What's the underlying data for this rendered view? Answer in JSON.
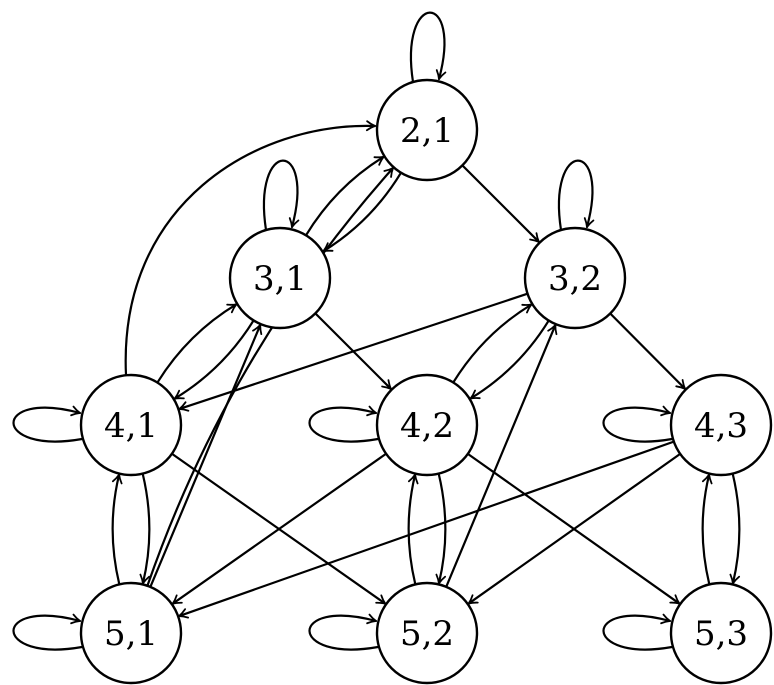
{
  "diagram": {
    "nodes": [
      {
        "id": "n21",
        "label": "2,1",
        "self_loop": "top"
      },
      {
        "id": "n31",
        "label": "3,1",
        "self_loop": "top"
      },
      {
        "id": "n32",
        "label": "3,2",
        "self_loop": "top"
      },
      {
        "id": "n41",
        "label": "4,1",
        "self_loop": "left"
      },
      {
        "id": "n42",
        "label": "4,2",
        "self_loop": "left"
      },
      {
        "id": "n43",
        "label": "4,3",
        "self_loop": "left"
      },
      {
        "id": "n51",
        "label": "5,1",
        "self_loop": "left"
      },
      {
        "id": "n52",
        "label": "5,2",
        "self_loop": "left"
      },
      {
        "id": "n53",
        "label": "5,3",
        "self_loop": "left"
      }
    ],
    "edges": [
      {
        "from": "n21",
        "to": "n32"
      },
      {
        "from": "n31",
        "to": "n21"
      },
      {
        "from": "n21",
        "to": "n31"
      },
      {
        "from": "n41",
        "to": "n21"
      },
      {
        "from": "n51",
        "to": "n21"
      },
      {
        "from": "n31",
        "to": "n42"
      },
      {
        "from": "n32",
        "to": "n43"
      },
      {
        "from": "n32",
        "to": "n41"
      },
      {
        "from": "n41",
        "to": "n31"
      },
      {
        "from": "n31",
        "to": "n41"
      },
      {
        "from": "n51",
        "to": "n31"
      },
      {
        "from": "n42",
        "to": "n32"
      },
      {
        "from": "n32",
        "to": "n42"
      },
      {
        "from": "n52",
        "to": "n32"
      },
      {
        "from": "n41",
        "to": "n51"
      },
      {
        "from": "n51",
        "to": "n41"
      },
      {
        "from": "n41",
        "to": "n52"
      },
      {
        "from": "n42",
        "to": "n51"
      },
      {
        "from": "n42",
        "to": "n52"
      },
      {
        "from": "n52",
        "to": "n42"
      },
      {
        "from": "n42",
        "to": "n53"
      },
      {
        "from": "n43",
        "to": "n51"
      },
      {
        "from": "n43",
        "to": "n52"
      },
      {
        "from": "n43",
        "to": "n53"
      },
      {
        "from": "n53",
        "to": "n43"
      }
    ]
  }
}
